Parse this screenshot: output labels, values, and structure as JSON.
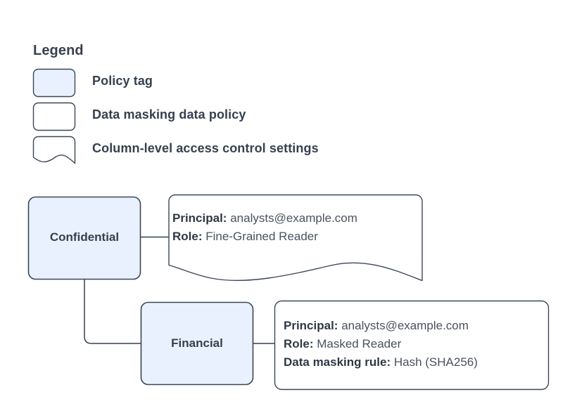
{
  "legend": {
    "title": "Legend",
    "items": [
      {
        "label": "Policy tag",
        "shape": "rounded-rect-filled",
        "icon": "policy-tag-swatch-icon"
      },
      {
        "label": "Data masking data policy",
        "shape": "rounded-rect-outline",
        "icon": "data-policy-swatch-icon"
      },
      {
        "label": "Column-level access control settings",
        "shape": "note-wavy-bottom",
        "icon": "access-control-swatch-icon"
      }
    ]
  },
  "diagram": {
    "nodes": [
      {
        "id": "confidential",
        "label": "Confidential",
        "type": "policy-tag"
      },
      {
        "id": "financial",
        "label": "Financial",
        "type": "policy-tag"
      }
    ],
    "notes": [
      {
        "id": "confidential-settings",
        "type": "column-level-access-control-settings",
        "lines": [
          {
            "key": "Principal:",
            "value": "analysts@example.com"
          },
          {
            "key": "Role:",
            "value": "Fine-Grained Reader"
          }
        ]
      },
      {
        "id": "financial-policy",
        "type": "data-masking-data-policy",
        "lines": [
          {
            "key": "Principal:",
            "value": "analysts@example.com"
          },
          {
            "key": "Role:",
            "value": "Masked Reader"
          },
          {
            "key": "Data masking rule:",
            "value": "Hash (SHA256)"
          }
        ]
      }
    ],
    "edges": [
      {
        "from": "confidential",
        "to": "confidential-settings"
      },
      {
        "from": "confidential",
        "to": "financial"
      },
      {
        "from": "financial",
        "to": "financial-policy"
      }
    ]
  },
  "colors": {
    "policy_tag_fill": "#e8f1fd",
    "policy_tag_stroke": "#3c4657",
    "note_fill": "#ffffff",
    "note_stroke": "#3c4657",
    "edge_stroke": "#36404e",
    "text": "#36404e",
    "background": "#ffffff"
  }
}
